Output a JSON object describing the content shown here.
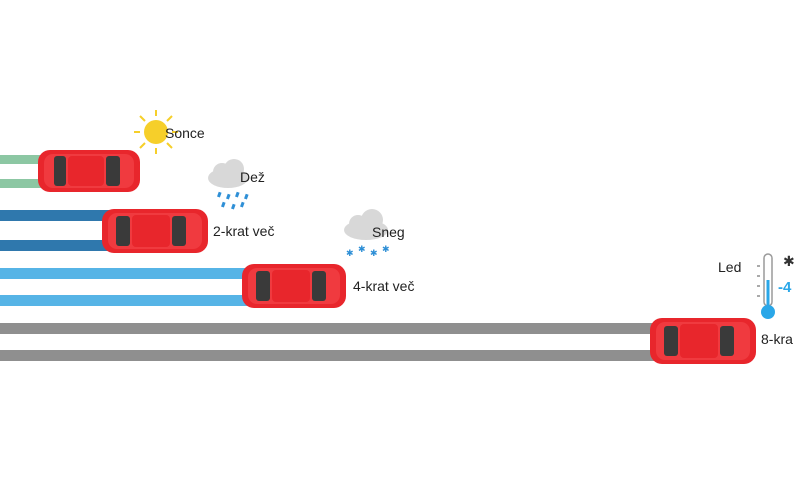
{
  "colors": {
    "sun_trail": "#8cc7a3",
    "rain_trail": "#2f78ad",
    "snow_trail": "#56b4e6",
    "ice_trail": "#8f8f8f",
    "car_body": "#e8262c",
    "car_window": "#3a3a3a",
    "sun": "#f6cf2a",
    "cloud": "#d8d8d8",
    "drops": "#2e8fd6",
    "thermometer": "#2aa7e8"
  },
  "rows": [
    {
      "id": "sun",
      "weather_label": "Sonce",
      "multiplier_label": "",
      "icon": "sun-icon"
    },
    {
      "id": "rain",
      "weather_label": "Dež",
      "multiplier_label": "2-krat več",
      "icon": "rain-cloud-icon"
    },
    {
      "id": "snow",
      "weather_label": "Sneg",
      "multiplier_label": "4-krat več",
      "icon": "snow-cloud-icon"
    },
    {
      "id": "ice",
      "weather_label": "Led",
      "multiplier_label": "8-kra",
      "icon": "thermometer-icon"
    }
  ],
  "ice_temperature": "-4"
}
